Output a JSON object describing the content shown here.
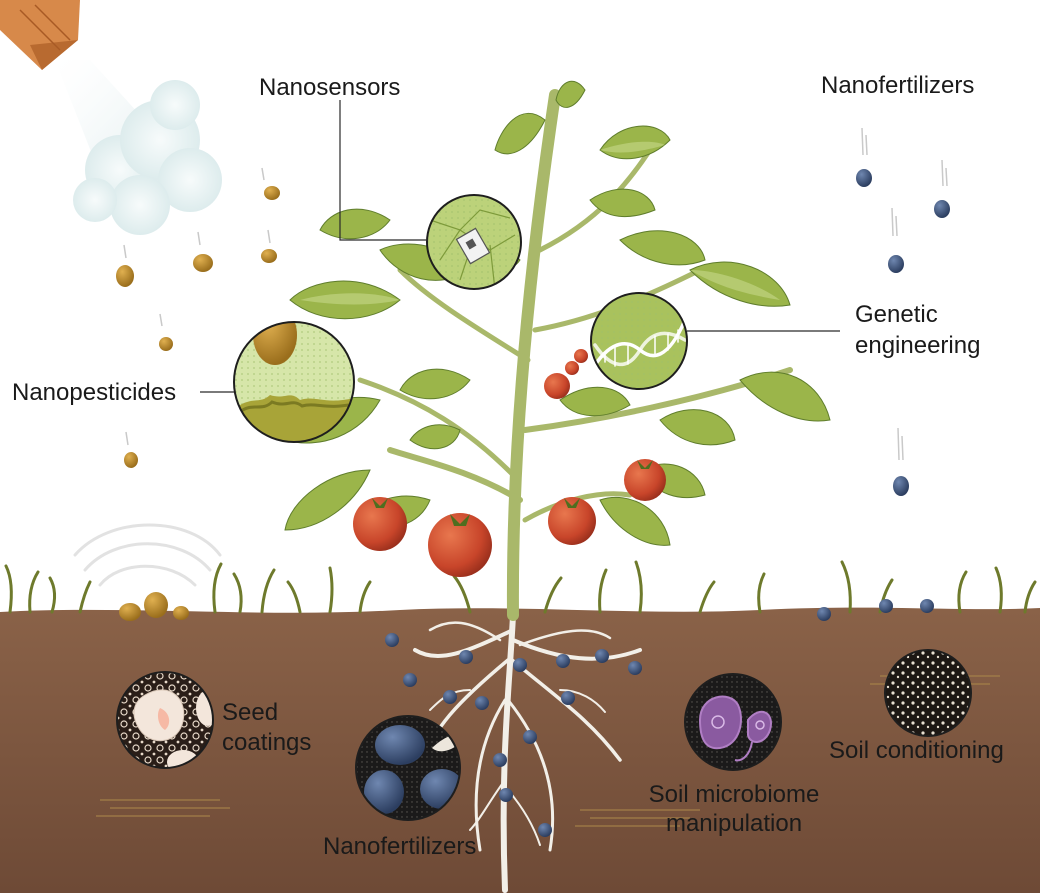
{
  "labels": {
    "nanosensors": "Nanosensors",
    "nanofertilizers_air": "Nanofertilizers",
    "genetic_engineering_line1": "Genetic",
    "genetic_engineering_line2": "engineering",
    "nanopesticides": "Nanopesticides",
    "seed_coatings_line1": "Seed",
    "seed_coatings_line2": "coatings",
    "nanofertilizers_soil": "Nanofertilizers",
    "soil_microbiome_line1": "Soil microbiome",
    "soil_microbiome_line2": "manipulation",
    "soil_conditioning": "Soil conditioning"
  },
  "icons": [
    "spray-nozzle-icon",
    "spray-cloud-icon",
    "seed-icon",
    "bacteria-icon",
    "dna-icon",
    "sensor-chip-icon",
    "tomato-icon"
  ],
  "colors": {
    "soil": "#7b5640",
    "soil_dark": "#6a4634",
    "leaf": "#9bb54a",
    "leaf_light": "#c6d98a",
    "leaf_dark": "#5f7d2c",
    "stem": "#a9b86a",
    "tomato": "#c8452a",
    "nanopesticide": "#b8862a",
    "nanofertilizer": "#334a6e",
    "bacteria": "#8a5aa0",
    "root": "#f2efe8",
    "nozzle": "#d7894a"
  }
}
